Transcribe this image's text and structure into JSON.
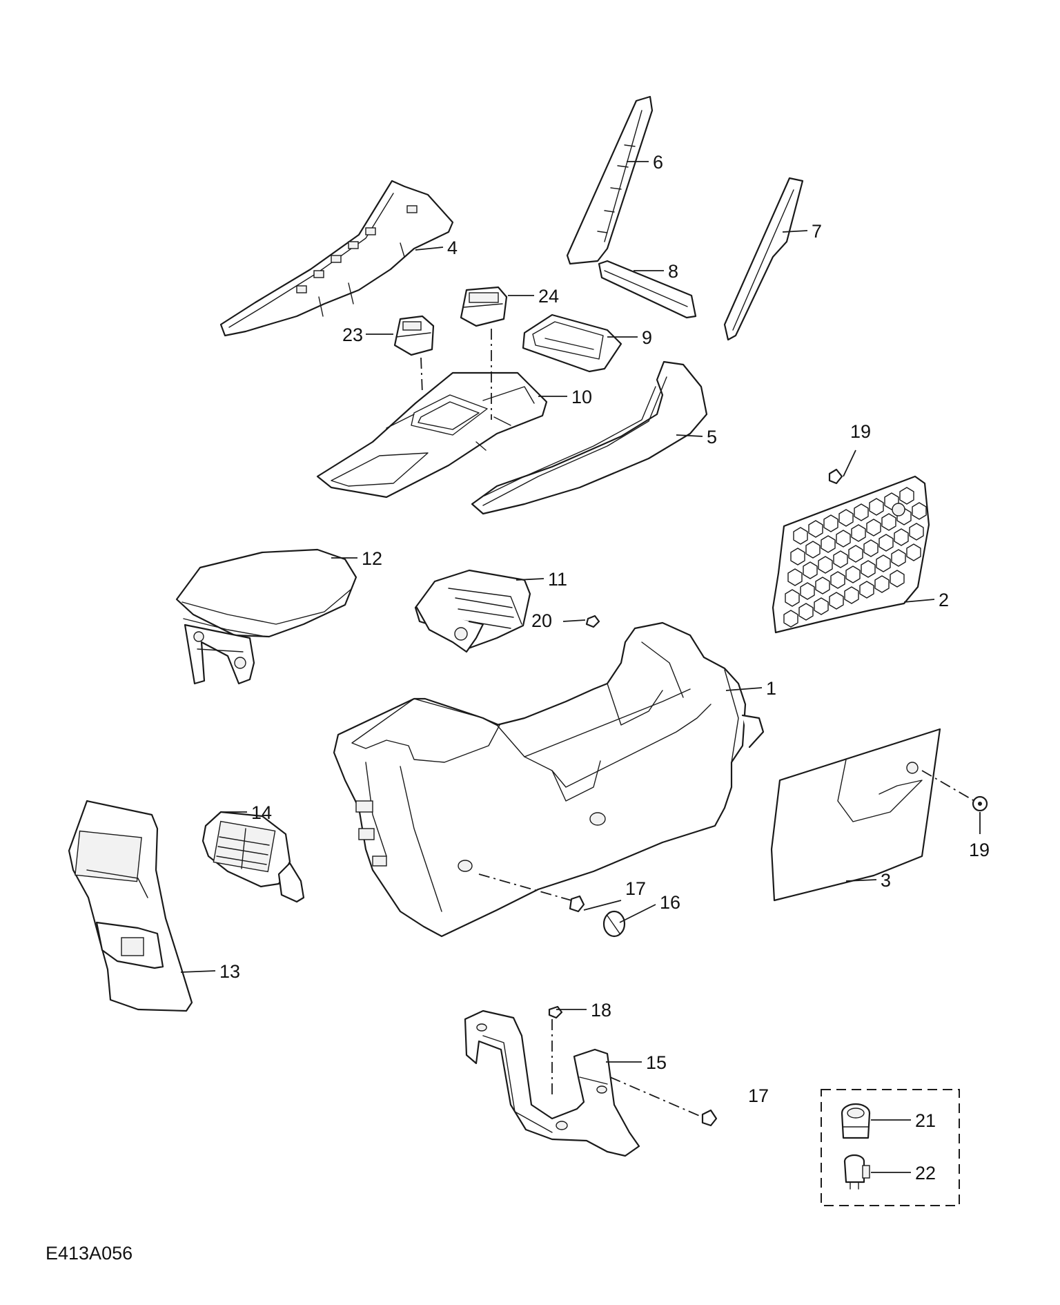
{
  "figure": {
    "code": "E413A056",
    "callouts": {
      "c1": "1",
      "c2": "2",
      "c3": "3",
      "c4": "4",
      "c5": "5",
      "c6": "6",
      "c7": "7",
      "c8": "8",
      "c9": "9",
      "c10": "10",
      "c11": "11",
      "c12": "12",
      "c13": "13",
      "c14": "14",
      "c15": "15",
      "c16": "16",
      "c17a": "17",
      "c17b": "17",
      "c18": "18",
      "c19a": "19",
      "c19b": "19",
      "c20": "20",
      "c21": "21",
      "c22": "22",
      "c23": "23",
      "c24": "24"
    }
  }
}
